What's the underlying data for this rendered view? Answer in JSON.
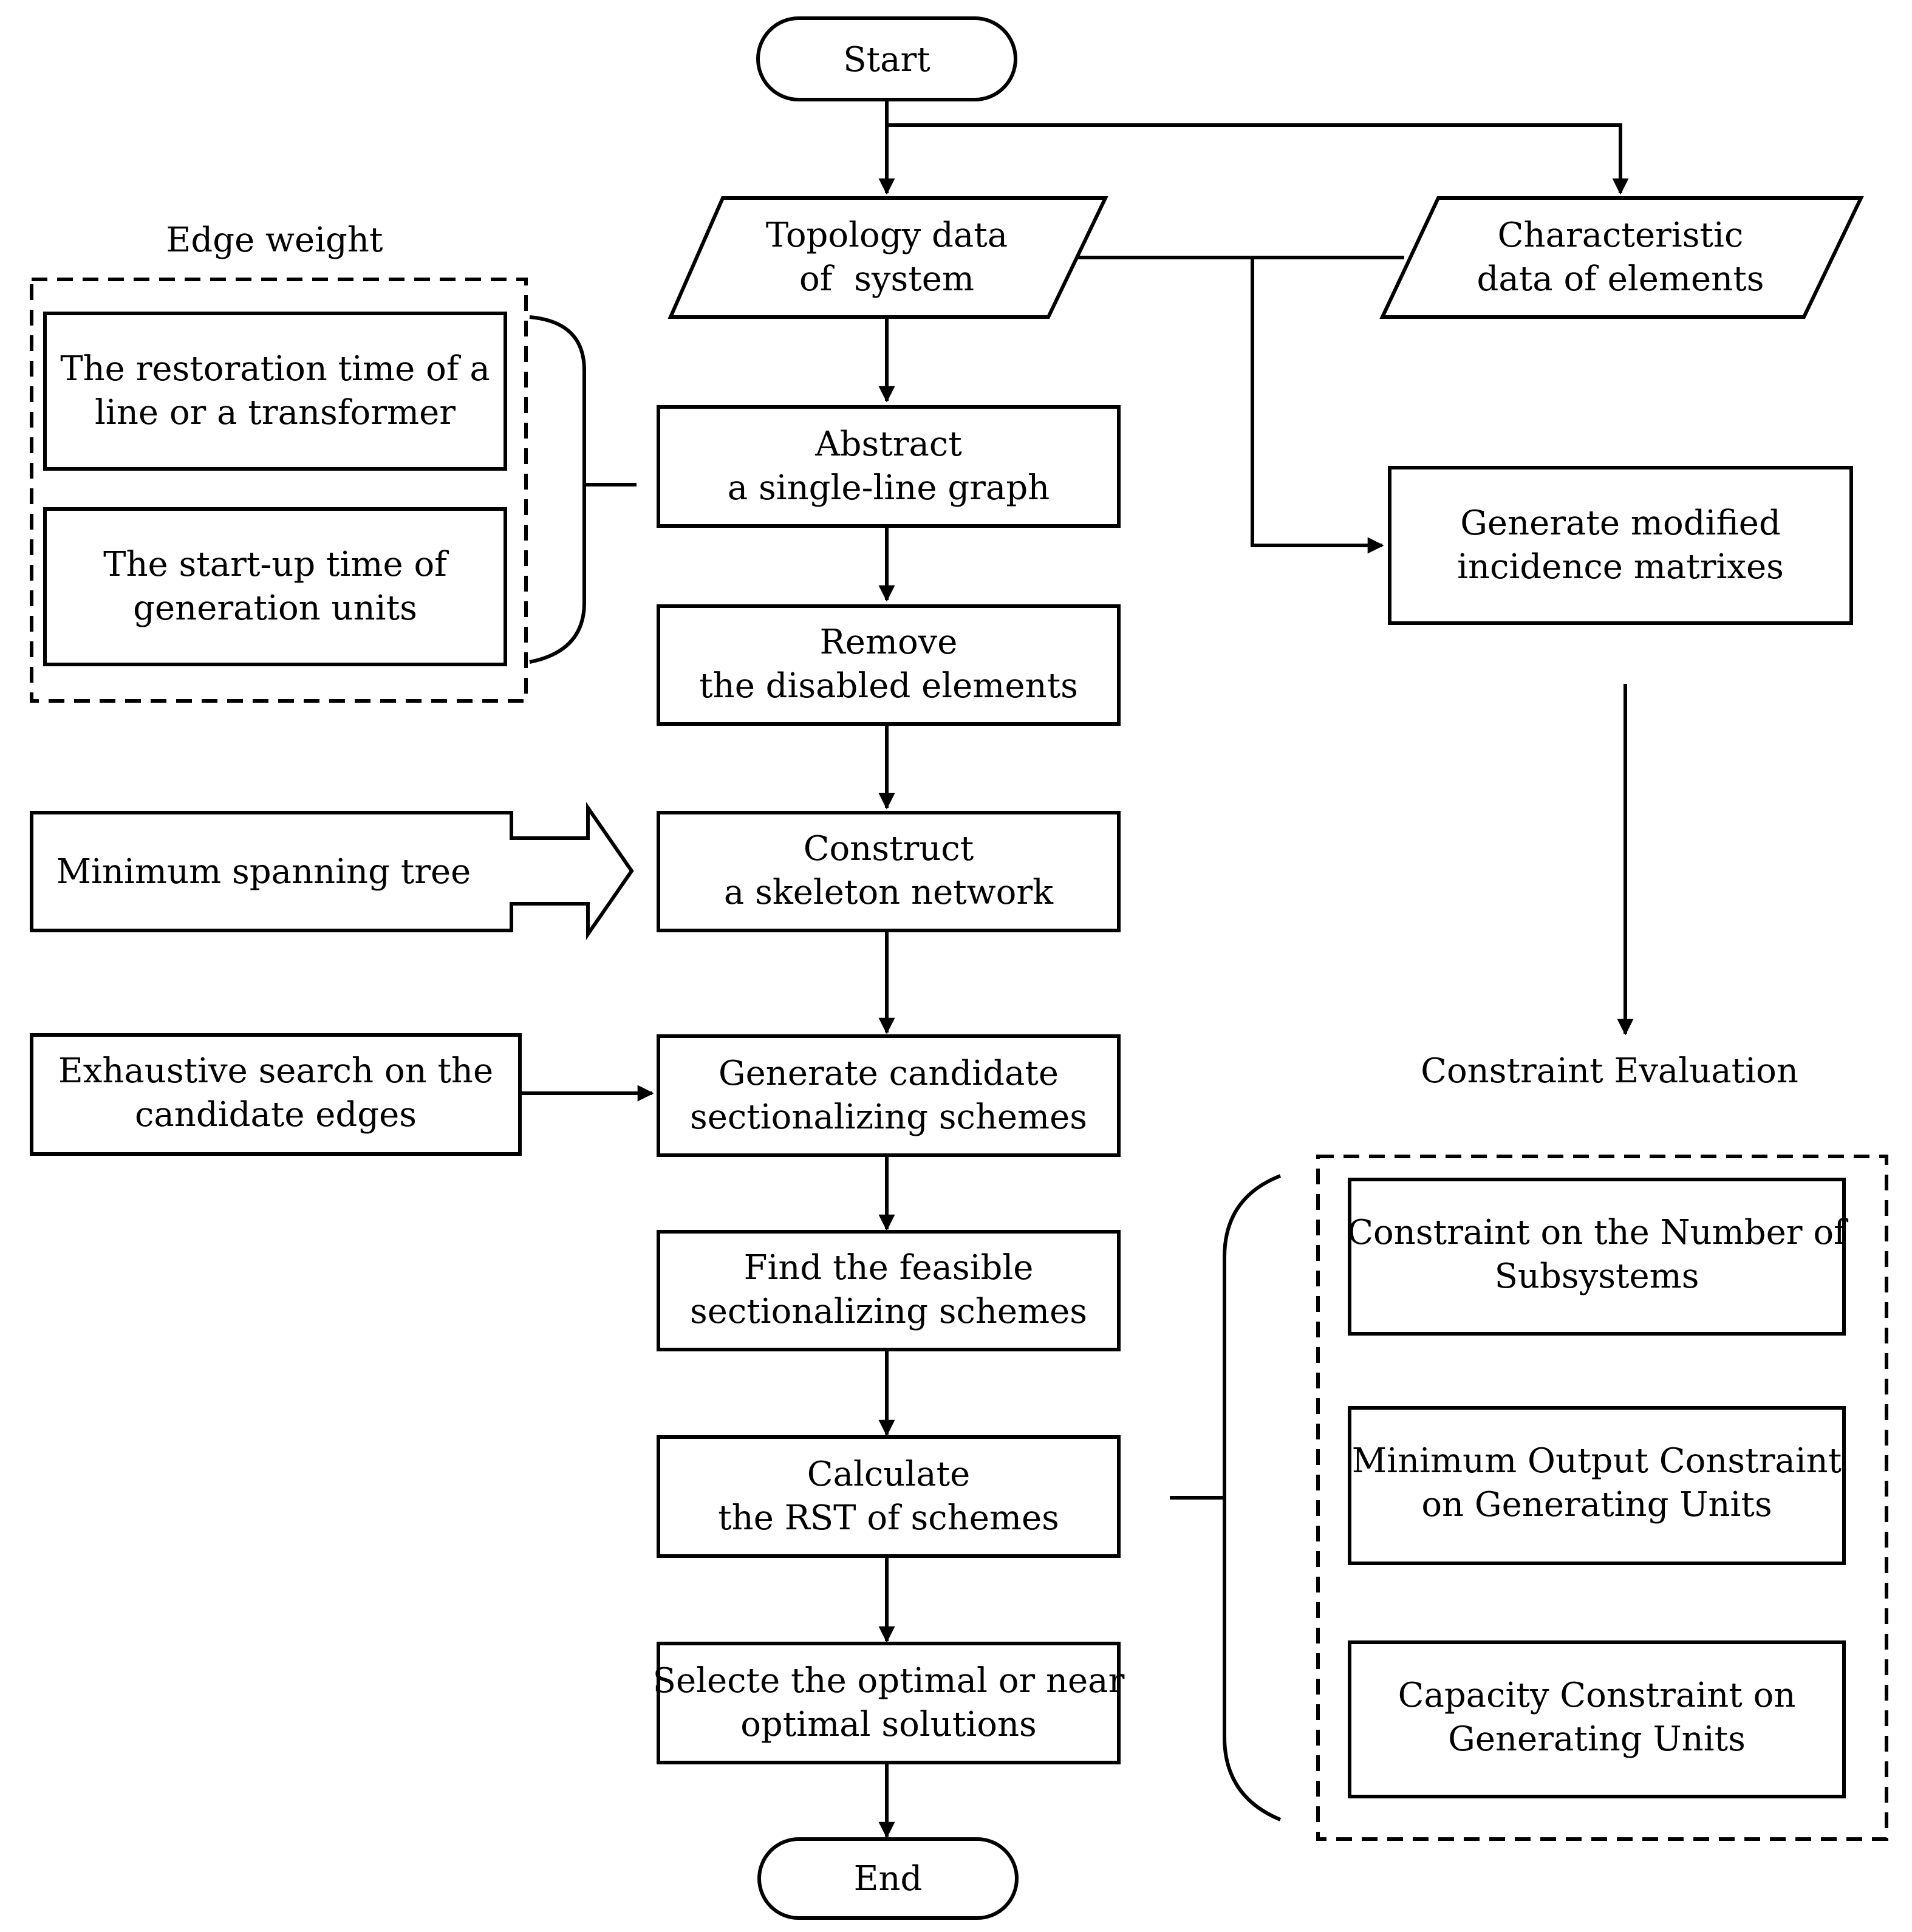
{
  "nodes": {
    "start": "Start",
    "topology": [
      "Topology data",
      "of  system"
    ],
    "characteristic": [
      "Characteristic",
      "data of elements"
    ],
    "abstract": [
      "Abstract",
      "a single-line graph"
    ],
    "remove": [
      "Remove",
      "the disabled elements"
    ],
    "construct": [
      "Construct",
      "a skeleton network"
    ],
    "generate_candidate": [
      "Generate candidate",
      "sectionalizing schemes"
    ],
    "find_feasible": [
      "Find the feasible",
      "sectionalizing schemes"
    ],
    "calculate": [
      "Calculate",
      "the RST of schemes"
    ],
    "select": [
      "Selecte the optimal or near",
      "optimal solutions"
    ],
    "end": "End",
    "modified_matrixes": [
      "Generate modified",
      "incidence matrixes"
    ]
  },
  "edge_weight": {
    "title": "Edge weight",
    "items": [
      [
        "The restoration time of a",
        "line or a transformer"
      ],
      [
        "The start-up time of",
        "generation units"
      ]
    ]
  },
  "side_inputs": {
    "mst": "Minimum spanning tree",
    "exhaustive": [
      "Exhaustive search on the",
      "candidate edges"
    ]
  },
  "constraint_evaluation": {
    "title": "Constraint Evaluation",
    "items": [
      [
        "Constraint on the Number of",
        "Subsystems"
      ],
      [
        "Minimum Output Constraint",
        "on Generating Units"
      ],
      [
        "Capacity Constraint on",
        "Generating Units"
      ]
    ]
  }
}
